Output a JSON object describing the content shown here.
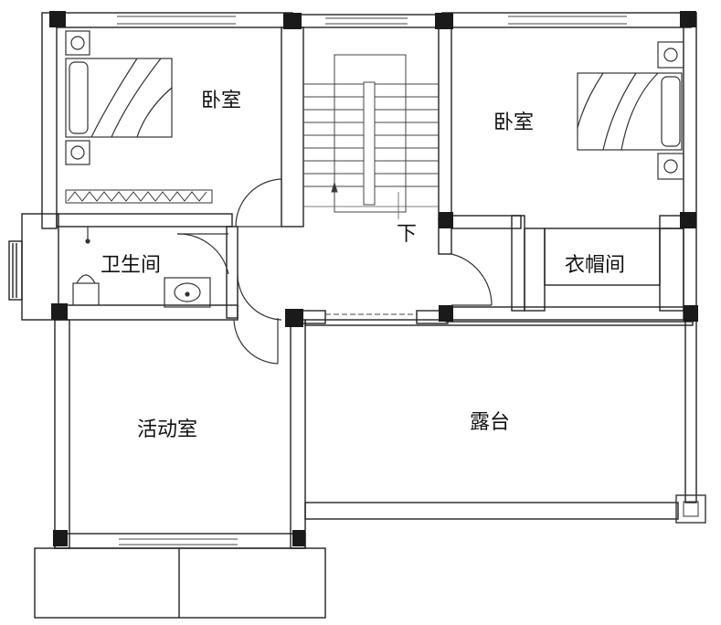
{
  "rooms": {
    "bedroom_left": "卧室",
    "bedroom_right": "卧室",
    "bathroom": "卫生间",
    "cloakroom": "衣帽间",
    "activity_room": "活动室",
    "terrace": "露台"
  },
  "stair_label": "下",
  "colors": {
    "wall": "#1a1a1a",
    "column": "#1a1a1a",
    "line": "#333333",
    "background": "#ffffff"
  }
}
